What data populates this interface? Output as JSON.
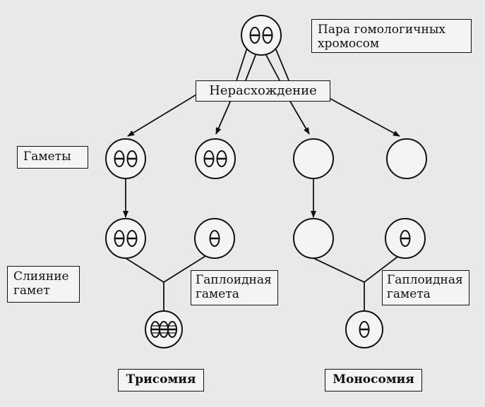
{
  "labels": {
    "homologous_pair": [
      "Пара гомологичных",
      "хромосом"
    ],
    "nondisjunction": "Нерасхождение",
    "gametes": "Гаметы",
    "fusion": [
      "Слияние",
      "гамет"
    ],
    "haploid_left": [
      "Гаплоидная",
      "гамета"
    ],
    "haploid_right": [
      "Гаплоидная",
      "гамета"
    ],
    "trisomy": "Трисомия",
    "monosomy": "Моносомия"
  },
  "colors": {
    "stroke": "#111111",
    "background": "#e9e9e9",
    "cell_fill": "#f4f4f4"
  }
}
